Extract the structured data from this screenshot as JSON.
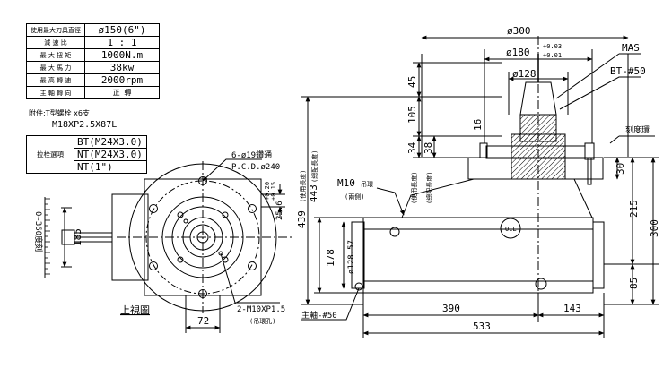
{
  "spec_table": {
    "rows": [
      {
        "label": "使用最大刀具直徑",
        "value": "ø150(6\")"
      },
      {
        "label": "減  速  比",
        "value": "1 : 1"
      },
      {
        "label": "最 大 扭 矩",
        "value": "1000N.m"
      },
      {
        "label": "最 大 馬 力",
        "value": "38kw"
      },
      {
        "label": "最 高 轉 速",
        "value": "2000rpm"
      },
      {
        "label": "主 軸 轉 向",
        "value": "正  轉"
      }
    ]
  },
  "accessory": {
    "line1": "附件:T型螺栓 x6支",
    "line2": "M18XP2.5X87L"
  },
  "option_table": {
    "label": "拉栓選項",
    "options": [
      "BT(M24X3.0)",
      "NT(M24X3.0)",
      "NT(1\")"
    ]
  },
  "top_view": {
    "holes_label": "6-ø19鑽通",
    "pcd_label": "P.C.D.ø240",
    "tol_plus": "+0.20",
    "tol_minus": "+0.15",
    "dim_25_6": "25.6",
    "dim_185": "185",
    "dim_72": "72",
    "scale_label": "0~360度刻",
    "tap_label": "2-M10XP1.5",
    "tap_sub": "(吊環孔)",
    "view_title": "上視圖"
  },
  "side_view": {
    "dim_300_top": "ø300",
    "dim_180": "ø180",
    "dim_180_tol_plus": "+0.03",
    "dim_180_tol_minus": "+0.01",
    "dim_128": "ø128",
    "mas_label": "MAS",
    "bt_label": "BT-#50",
    "scale_ring_label": "刻度環",
    "dim_45": "45",
    "dim_105": "105",
    "dim_34": "34",
    "dim_38": "38",
    "dim_16": "16",
    "dim_30": "30",
    "dim_439": "439",
    "dim_439_note": "(使用長度)",
    "dim_443": "443",
    "dim_443_note": "(總配長度)",
    "use_len_note": "(使用長度)",
    "total_len_note": "(總配長度)",
    "m10_label": "M10",
    "m10_suffix": "吊環",
    "m10_sub": "(兩側)",
    "oil_label": "OIL",
    "dim_178": "178",
    "dim_128_57": "ø128.57",
    "dim_215": "215",
    "dim_300_right": "300",
    "dim_85": "85",
    "dim_390": "390",
    "dim_143": "143",
    "dim_533": "533",
    "spindle_label": "主軸-#50"
  }
}
